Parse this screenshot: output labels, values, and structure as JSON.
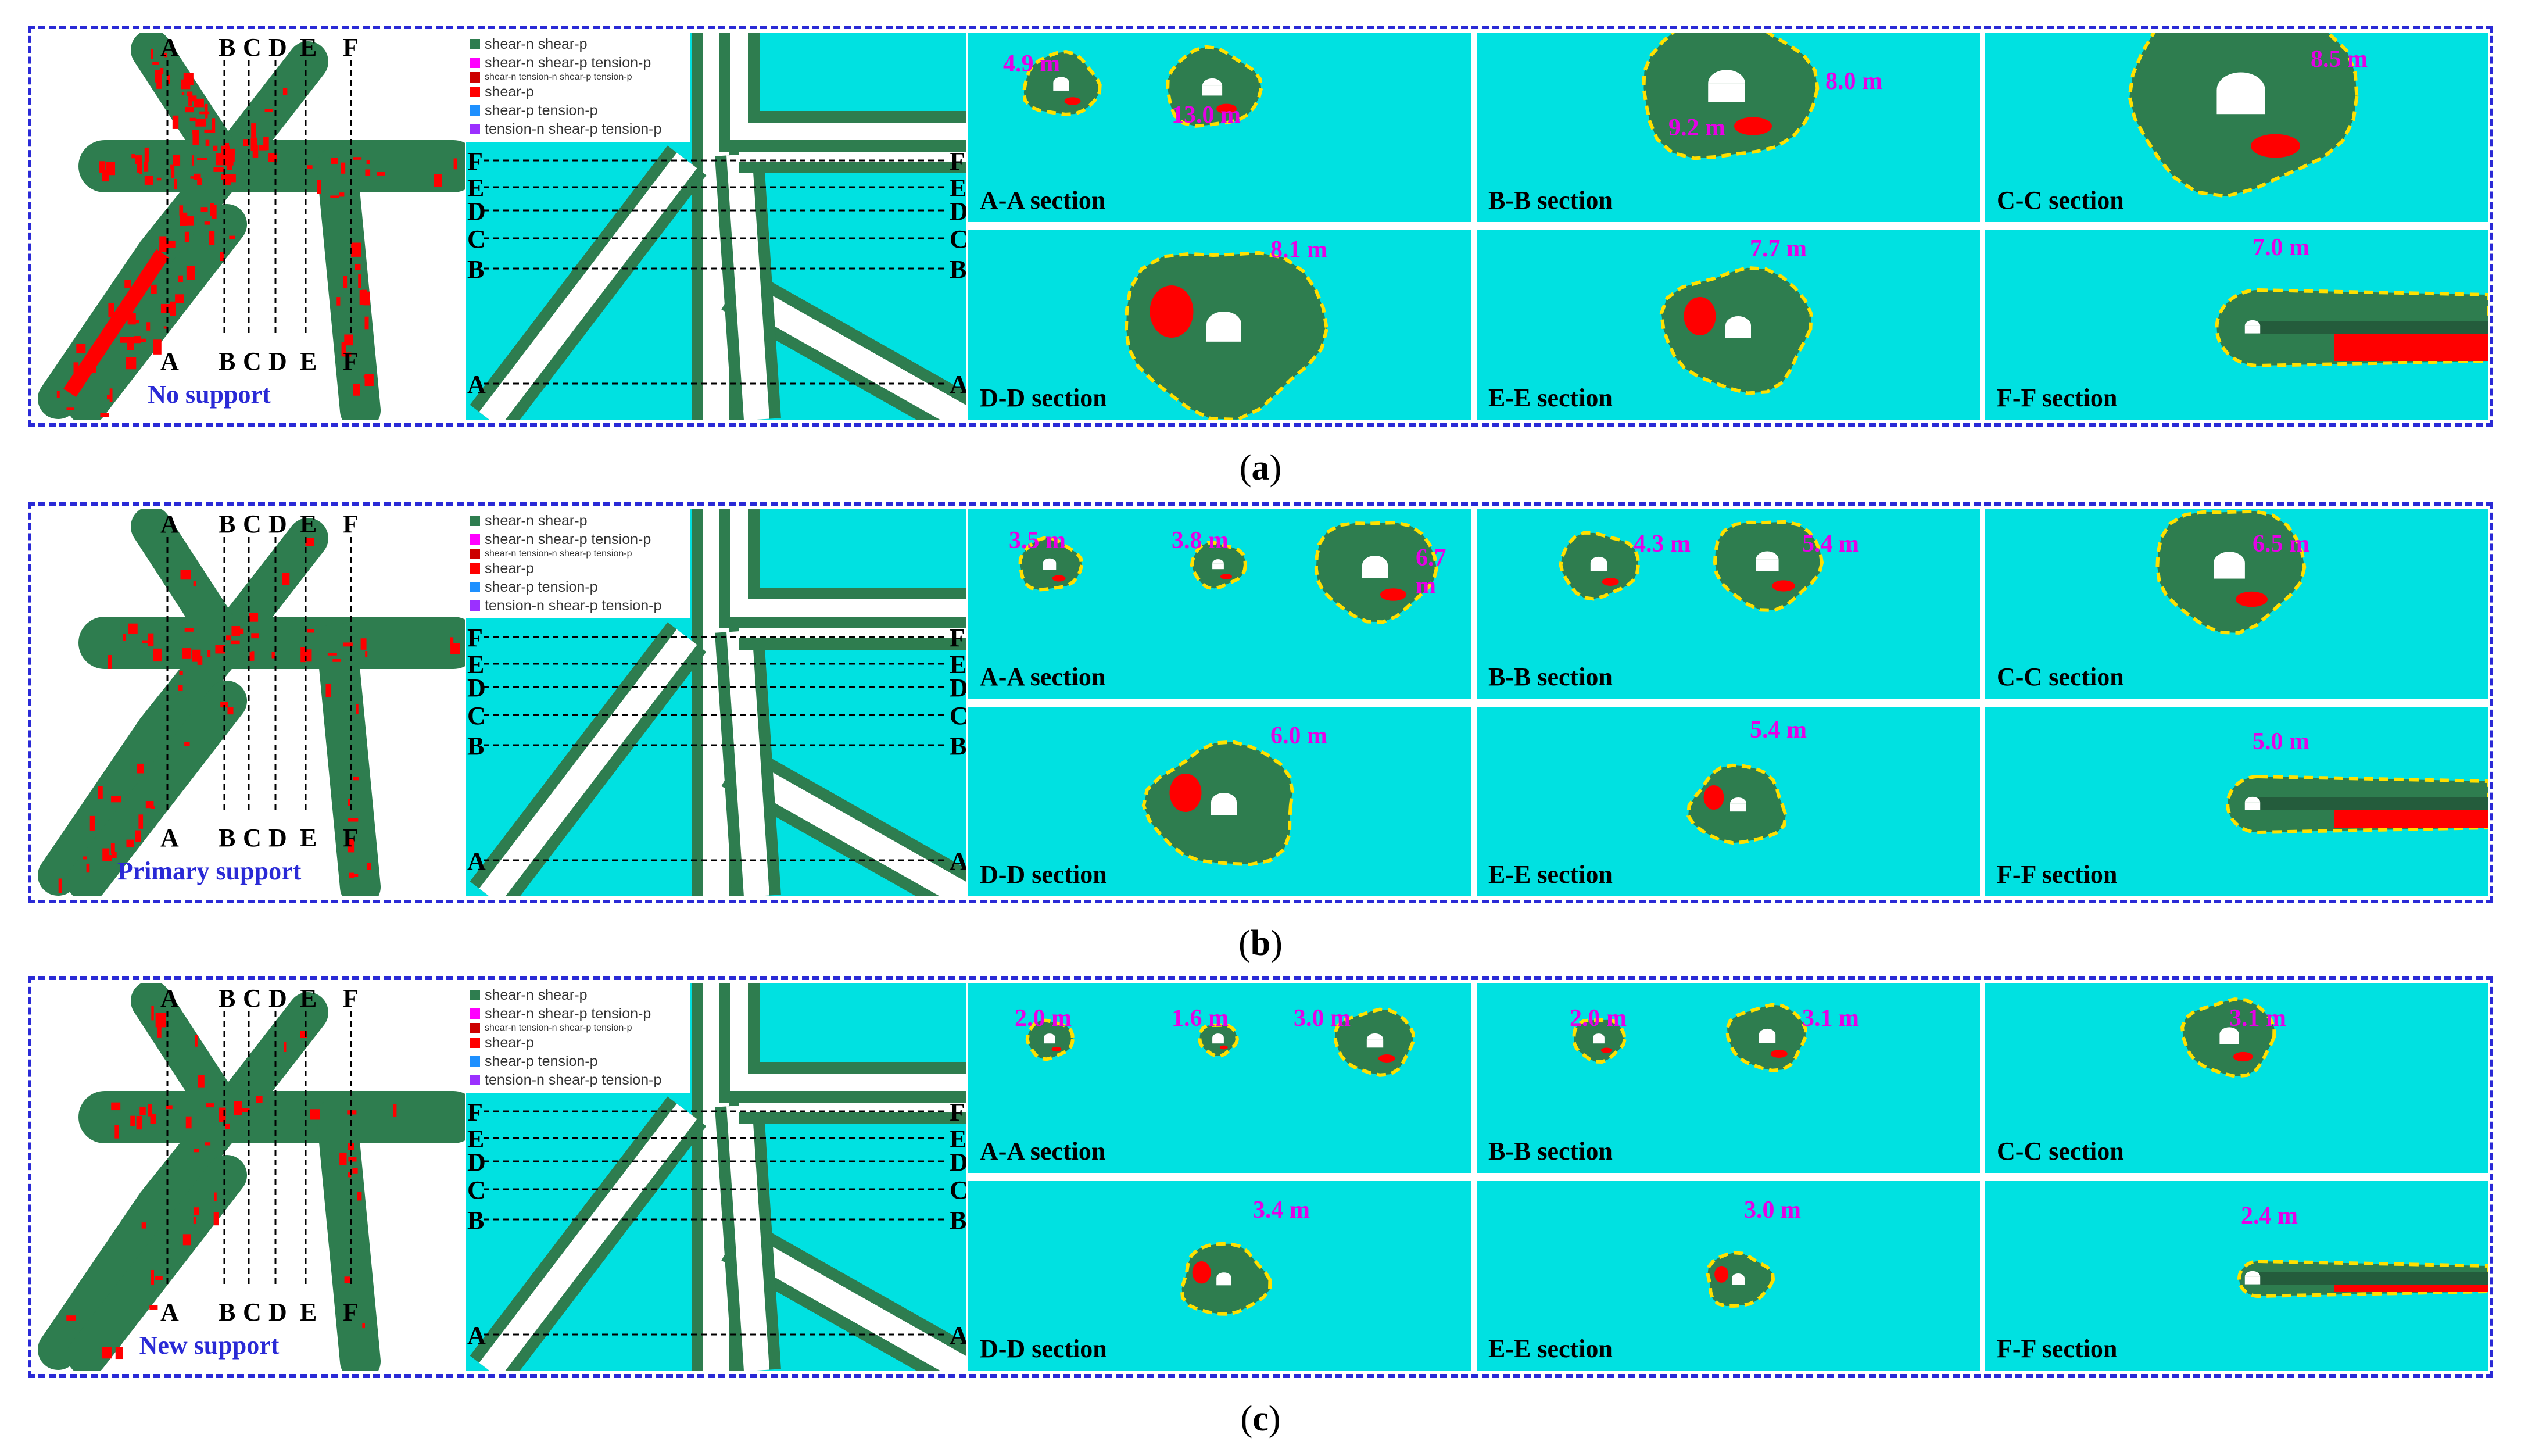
{
  "legend": [
    {
      "label": "shear-n shear-p",
      "color": "#2e7d4f",
      "small": false
    },
    {
      "label": "shear-n shear-p tension-p",
      "color": "#ff00ff",
      "small": false
    },
    {
      "label": "shear-n tension-n shear-p tension-p",
      "color": "#cc0000",
      "small": true
    },
    {
      "label": "shear-p",
      "color": "#ff0000",
      "small": false
    },
    {
      "label": "shear-p tension-p",
      "color": "#1e90ff",
      "small": false
    },
    {
      "label": "tension-n shear-p tension-p",
      "color": "#9b30ff",
      "small": false
    }
  ],
  "cut_letters": {
    "a": "A",
    "b": "B",
    "c": "C",
    "d": "D",
    "e": "E",
    "f": "F"
  },
  "section_suffix": " section",
  "rows": [
    {
      "caption_letter": "a",
      "support": "No support",
      "sections": [
        {
          "label": "A-A section",
          "dims": [
            "4.9 m",
            "13.0 m"
          ]
        },
        {
          "label": "B-B section",
          "dims": [
            "9.2 m",
            "8.0 m"
          ]
        },
        {
          "label": "C-C section",
          "dims": [
            "8.5 m"
          ]
        },
        {
          "label": "D-D section",
          "dims": [
            "8.1 m"
          ]
        },
        {
          "label": "E-E section",
          "dims": [
            "7.7 m"
          ]
        },
        {
          "label": "F-F section",
          "dims": [
            "7.0 m"
          ]
        }
      ]
    },
    {
      "caption_letter": "b",
      "support": "Primary support",
      "sections": [
        {
          "label": "A-A section",
          "dims": [
            "3.5 m",
            "3.8 m",
            "6.7 m"
          ]
        },
        {
          "label": "B-B section",
          "dims": [
            "4.3 m",
            "5.4 m"
          ]
        },
        {
          "label": "C-C section",
          "dims": [
            "6.5 m"
          ]
        },
        {
          "label": "D-D section",
          "dims": [
            "6.0 m"
          ]
        },
        {
          "label": "E-E section",
          "dims": [
            "5.4 m"
          ]
        },
        {
          "label": "F-F section",
          "dims": [
            "5.0 m"
          ]
        }
      ]
    },
    {
      "caption_letter": "c",
      "support": "New support",
      "sections": [
        {
          "label": "A-A section",
          "dims": [
            "2.0 m",
            "1.6 m",
            "3.0 m"
          ]
        },
        {
          "label": "B-B section",
          "dims": [
            "2.0 m",
            "3.1 m"
          ]
        },
        {
          "label": "C-C section",
          "dims": [
            "3.1 m"
          ]
        },
        {
          "label": "D-D section",
          "dims": [
            "3.4 m"
          ]
        },
        {
          "label": "E-E section",
          "dims": [
            "3.0 m"
          ]
        },
        {
          "label": "F-F section",
          "dims": [
            "2.4 m"
          ]
        }
      ]
    }
  ],
  "colors": {
    "rock": "#00e1e1",
    "plastic": "#2e7d4f",
    "tension": "#ff0000",
    "boundary": "#ffe000",
    "frame": "#2a2ad6",
    "dim": "#e600e6"
  }
}
